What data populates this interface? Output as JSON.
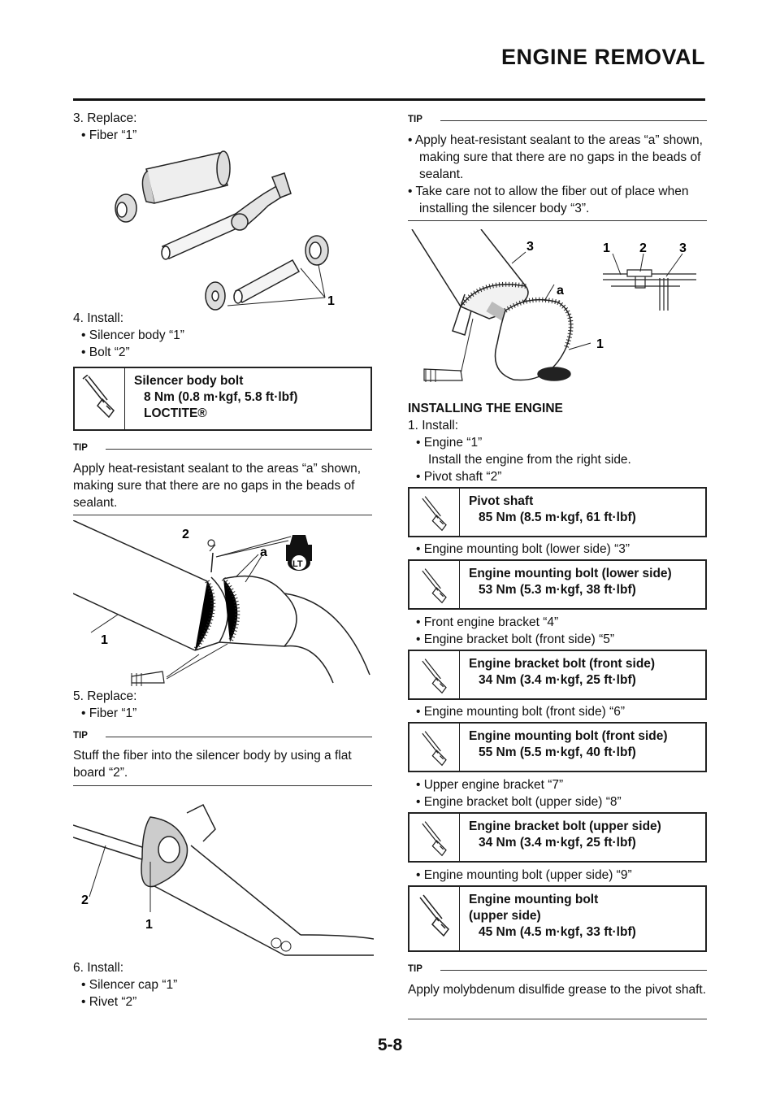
{
  "header": {
    "title": "ENGINE REMOVAL"
  },
  "page_number": "5-8",
  "left": {
    "step3": {
      "title": "3.  Replace:",
      "bullets": [
        "• Fiber “1”"
      ]
    },
    "fig1": {
      "callouts": [
        "1"
      ]
    },
    "step4": {
      "title": "4.  Install:",
      "bullets": [
        "• Silencer body “1”",
        "• Bolt “2”"
      ]
    },
    "spec1": {
      "name": "Silencer body bolt",
      "value": "8 Nm (0.8 m·kgf, 5.8 ft·lbf)",
      "extra": "LOCTITE®"
    },
    "tip1": {
      "label": "TIP",
      "text": "Apply heat-resistant sealant to the areas “a” shown, making sure that there are no gaps in the beads of sealant."
    },
    "fig2": {
      "callouts": [
        "2",
        "a",
        "1"
      ],
      "badge": "LT"
    },
    "step5": {
      "title": "5.  Replace:",
      "bullets": [
        "• Fiber “1”"
      ]
    },
    "tip2": {
      "label": "TIP",
      "text": "Stuff the fiber into the silencer body by using a flat board “2”."
    },
    "fig3": {
      "callouts": [
        "2",
        "1"
      ]
    },
    "step6": {
      "title": "6.  Install:",
      "bullets": [
        "• Silencer cap “1”",
        "• Rivet “2”"
      ]
    }
  },
  "right": {
    "tip3": {
      "label": "TIP",
      "items": [
        "• Apply heat-resistant sealant to the areas “a” shown, making sure that there are no gaps in the beads of sealant.",
        "• Take care not to allow the fiber out of place when installing the silencer body “3”."
      ]
    },
    "fig4": {
      "callouts": [
        "3",
        "a",
        "1",
        "1",
        "2",
        "3"
      ]
    },
    "section_title": "INSTALLING THE ENGINE",
    "install": {
      "title": "1.  Install:",
      "b1": "• Engine “1”",
      "b1_note": "Install the engine from the right side.",
      "b2": "• Pivot shaft “2”"
    },
    "spec_pivot": {
      "name": "Pivot shaft",
      "value": "85 Nm (8.5 m·kgf, 61 ft·lbf)"
    },
    "b3": "• Engine mounting bolt (lower side) “3”",
    "spec_lower": {
      "name": "Engine mounting bolt (lower side)",
      "value": "53 Nm (5.3 m·kgf, 38 ft·lbf)"
    },
    "b4": "• Front engine bracket “4”",
    "b5": "• Engine bracket bolt (front side) “5”",
    "spec_front_bracket": {
      "name": "Engine bracket bolt (front side)",
      "value": "34 Nm (3.4 m·kgf, 25 ft·lbf)"
    },
    "b6": "• Engine mounting bolt (front side) “6”",
    "spec_front_mount": {
      "name": "Engine mounting bolt (front side)",
      "value": "55 Nm (5.5 m·kgf, 40 ft·lbf)"
    },
    "b7": "• Upper engine bracket “7”",
    "b8": "• Engine bracket bolt (upper side) “8”",
    "spec_upper_bracket": {
      "name": "Engine bracket bolt (upper side)",
      "value": "34 Nm (3.4 m·kgf, 25 ft·lbf)"
    },
    "b9": "• Engine mounting bolt (upper side) “9”",
    "spec_upper_mount": {
      "name": "Engine mounting bolt (upper side)",
      "value": "45 Nm (4.5 m·kgf, 33 ft·lbf)"
    },
    "tip4": {
      "label": "TIP",
      "text": "Apply molybdenum disulfide grease to the pivot shaft."
    }
  }
}
